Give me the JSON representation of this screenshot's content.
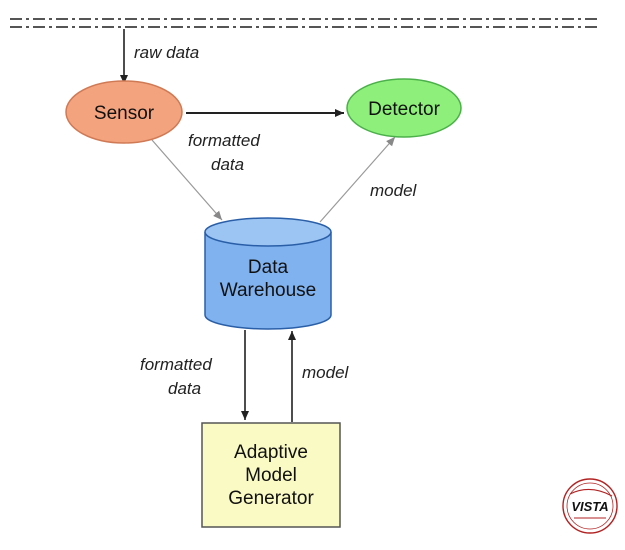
{
  "nodes": {
    "sensor": {
      "label": "Sensor",
      "fill": "#f4a37f",
      "stroke": "#d07a55"
    },
    "detector": {
      "label": "Detector",
      "fill": "#8ef07a",
      "stroke": "#4bb04a"
    },
    "warehouse": {
      "line1": "Data",
      "line2": "Warehouse",
      "fill": "#7fb2ee",
      "stroke": "#2a5fa8"
    },
    "generator": {
      "line1": "Adaptive",
      "line2": "Model",
      "line3": "Generator",
      "fill": "#fafac4",
      "stroke": "#555555"
    }
  },
  "edges": {
    "raw_data": "raw data",
    "sensor_to_warehouse_1": "formatted",
    "sensor_to_warehouse_2": "data",
    "warehouse_to_detector": "model",
    "warehouse_to_generator_1": "formatted",
    "warehouse_to_generator_2": "data",
    "generator_to_warehouse": "model"
  },
  "logo": {
    "text": "VISTA",
    "color": "#b22222"
  }
}
